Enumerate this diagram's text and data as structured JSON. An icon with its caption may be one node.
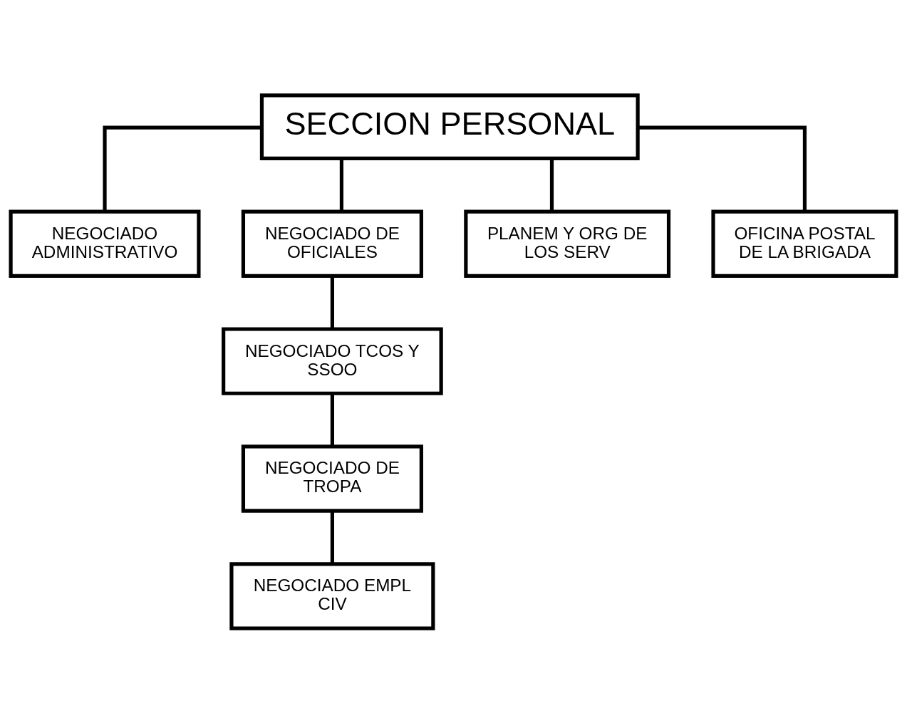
{
  "diagram": {
    "nodes": [
      {
        "text": [
          "SECCION PERSONAL"
        ]
      },
      {
        "text": [
          "NEGOCIADO ADMINISTRATIVO"
        ]
      },
      {
        "text": [
          "NEGOCIADO DE OFICIALES"
        ]
      },
      {
        "text": [
          "PLANEM Y ORG DE LOS SERV"
        ]
      },
      {
        "text": [
          "OFICINA POSTAL DE LA BRIGADA"
        ]
      },
      {
        "text": [
          "NEGOCIADO TCOS Y SSOO"
        ]
      },
      {
        "text": [
          "NEGOCIADO DE TROPA"
        ]
      },
      {
        "text": [
          "NEGOCIADO EMPL CIV"
        ]
      }
    ],
    "edges": [
      {
        "from": 0,
        "to": 1,
        "arrow": "none"
      },
      {
        "from": 0,
        "to": 2,
        "arrow": "none"
      },
      {
        "from": 0,
        "to": 3,
        "arrow": "none"
      },
      {
        "from": 0,
        "to": 4,
        "arrow": "none"
      },
      {
        "from": 2,
        "to": 5,
        "arrow": "none"
      },
      {
        "from": 5,
        "to": 6,
        "arrow": "none"
      },
      {
        "from": 6,
        "to": 7,
        "arrow": "none"
      }
    ]
  }
}
